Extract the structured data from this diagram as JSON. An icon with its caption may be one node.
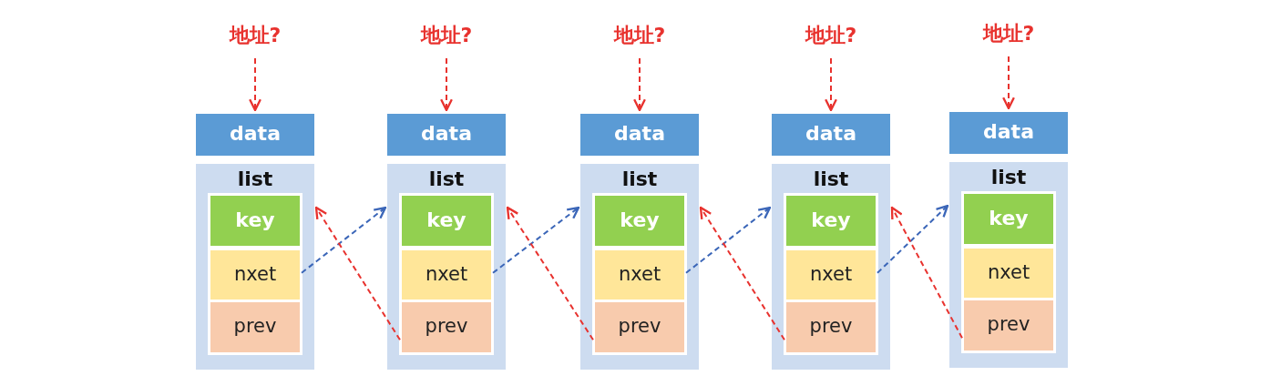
{
  "diagram": {
    "nodes": [
      {
        "text": [
          "地址?"
        ]
      },
      {
        "text": [
          "data"
        ]
      },
      {
        "text": [
          "list"
        ]
      },
      {
        "text": [
          "key"
        ],
        "in": 2
      },
      {
        "text": [
          "nxet"
        ],
        "in": 2
      },
      {
        "text": [
          "prev"
        ],
        "in": 2
      },
      {
        "text": [
          "地址?"
        ]
      },
      {
        "text": [
          "data"
        ]
      },
      {
        "text": [
          "list"
        ]
      },
      {
        "text": [
          "key"
        ],
        "in": 8
      },
      {
        "text": [
          "nxet"
        ],
        "in": 8
      },
      {
        "text": [
          "prev"
        ],
        "in": 8
      },
      {
        "text": [
          "地址?"
        ]
      },
      {
        "text": [
          "data"
        ]
      },
      {
        "text": [
          "list"
        ]
      },
      {
        "text": [
          "key"
        ],
        "in": 14
      },
      {
        "text": [
          "nxet"
        ],
        "in": 14
      },
      {
        "text": [
          "prev"
        ],
        "in": 14
      },
      {
        "text": [
          "地址?"
        ]
      },
      {
        "text": [
          "data"
        ]
      },
      {
        "text": [
          "list"
        ]
      },
      {
        "text": [
          "key"
        ],
        "in": 20
      },
      {
        "text": [
          "nxet"
        ],
        "in": 20
      },
      {
        "text": [
          "prev"
        ],
        "in": 20
      },
      {
        "text": [
          "地址?"
        ]
      },
      {
        "text": [
          "data"
        ]
      },
      {
        "text": [
          "list"
        ]
      },
      {
        "text": [
          "key"
        ],
        "in": 26
      },
      {
        "text": [
          "nxet"
        ],
        "in": 26
      },
      {
        "text": [
          "prev"
        ],
        "in": 26
      }
    ],
    "edges": [
      {
        "from": 0,
        "to": 1,
        "arrow": "to",
        "style": "dashed"
      },
      {
        "from": 6,
        "to": 7,
        "arrow": "to",
        "style": "dashed"
      },
      {
        "from": 12,
        "to": 13,
        "arrow": "to",
        "style": "dashed"
      },
      {
        "from": 18,
        "to": 19,
        "arrow": "to",
        "style": "dashed"
      },
      {
        "from": 24,
        "to": 25,
        "arrow": "to",
        "style": "dashed"
      },
      {
        "from": 4,
        "to": 8,
        "arrow": "to",
        "style": "dashed",
        "color": "#3b66b8"
      },
      {
        "from": 11,
        "to": 2,
        "arrow": "to",
        "style": "dashed"
      },
      {
        "from": 10,
        "to": 14,
        "arrow": "to",
        "style": "dashed",
        "color": "#3b66b8"
      },
      {
        "from": 17,
        "to": 8,
        "arrow": "to",
        "style": "dashed"
      },
      {
        "from": 16,
        "to": 20,
        "arrow": "to",
        "style": "dashed",
        "color": "#3b66b8"
      },
      {
        "from": 23,
        "to": 14,
        "arrow": "to",
        "style": "dashed"
      },
      {
        "from": 22,
        "to": 26,
        "arrow": "to",
        "style": "dashed",
        "color": "#3b66b8"
      },
      {
        "from": 29,
        "to": 20,
        "arrow": "to",
        "style": "dashed"
      }
    ]
  }
}
